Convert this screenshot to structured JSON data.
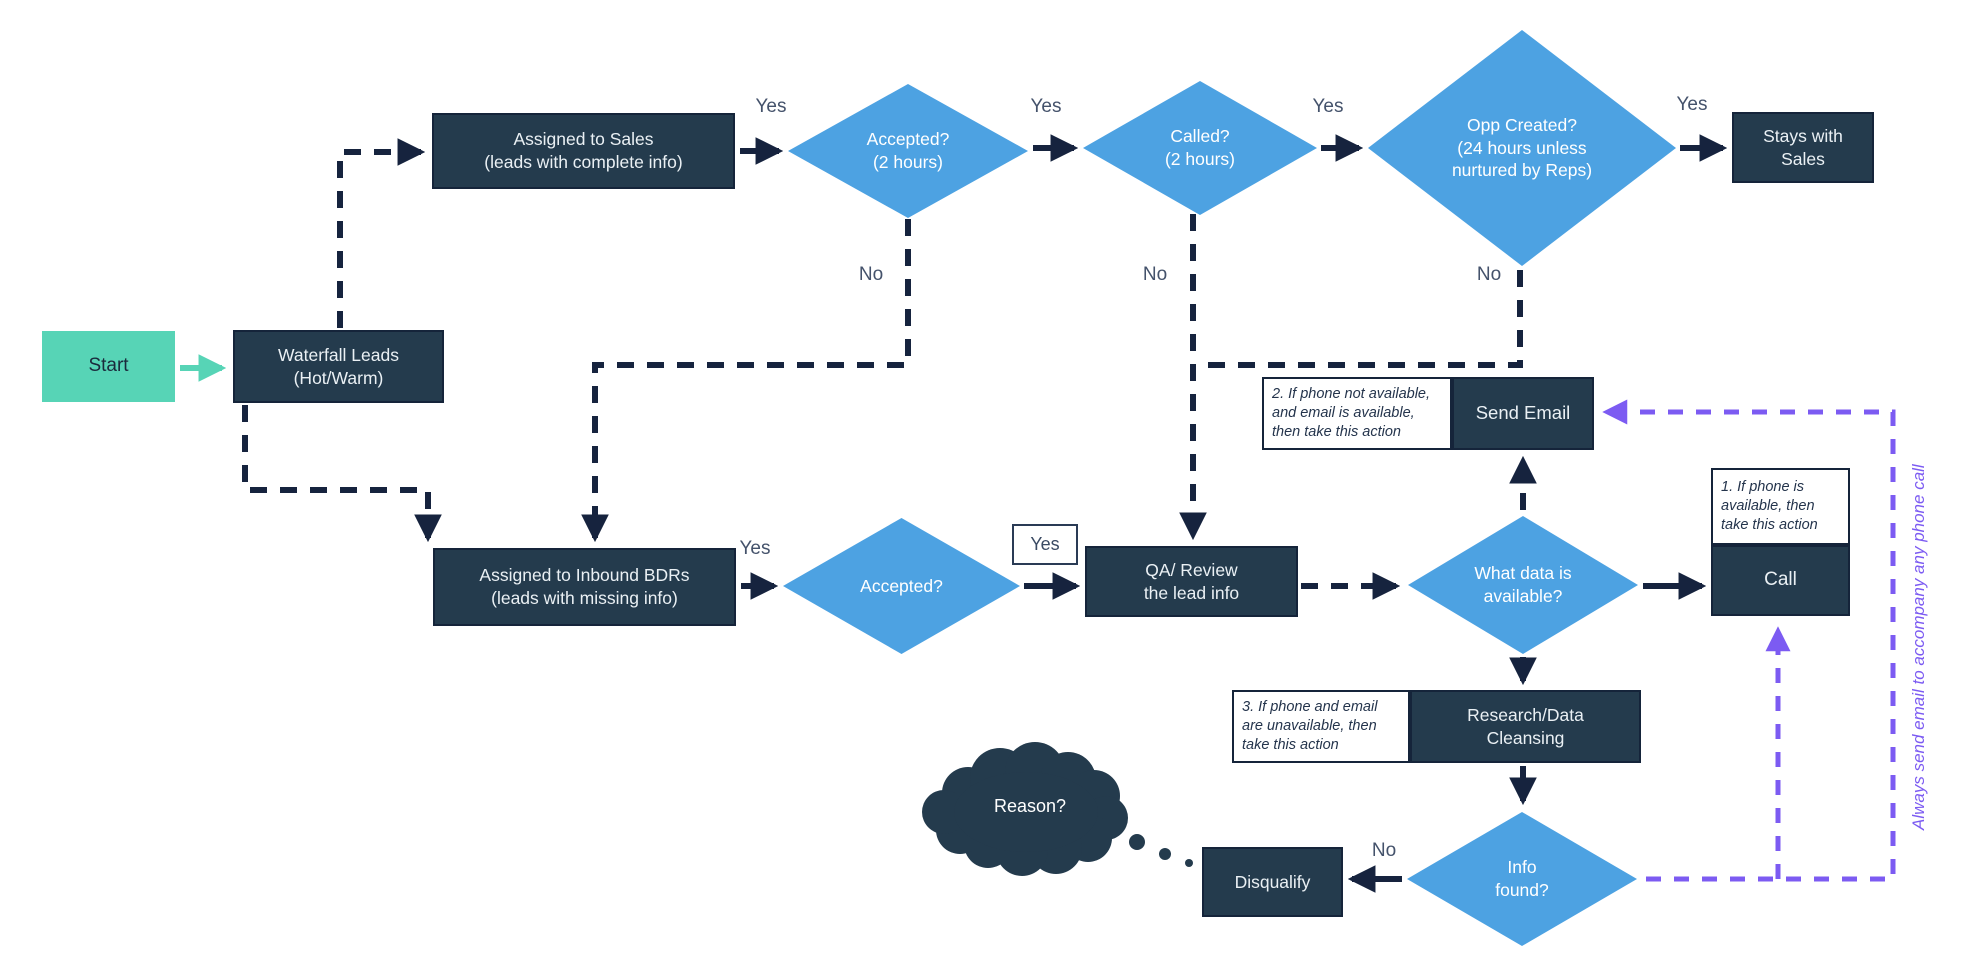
{
  "nodes": {
    "start": "Start",
    "waterfall": "Waterfall Leads\n(Hot/Warm)",
    "assigned_sales": "Assigned to Sales\n(leads with complete info)",
    "accepted_2h": "Accepted?\n(2 hours)",
    "called_2h": "Called?\n(2 hours)",
    "opp_created": "Opp Created?\n(24 hours unless\nnurtured by Reps)",
    "stays_with_sales": "Stays with\nSales",
    "inbound_bdrs": "Assigned to Inbound BDRs\n(leads with missing info)",
    "accepted": "Accepted?",
    "qa_review": "QA/ Review\nthe lead info",
    "what_data": "What data is\navailable?",
    "send_email": "Send Email",
    "call": "Call",
    "research": "Research/Data\nCleansing",
    "info_found": "Info\nfound?",
    "disqualify": "Disqualify",
    "reason_cloud": "Reason?"
  },
  "annotations": {
    "note_phone": "1. If phone is\navailable, then\ntake this action",
    "note_email": "2. If phone not available,\nand email is available,\nthen take this action",
    "note_research": "3. If phone and email\nare unavailable, then\ntake this action",
    "side_note": "Always send email to accompany any phone call"
  },
  "edge_labels": {
    "yes": [
      "Yes",
      "Yes",
      "Yes",
      "Yes",
      "Yes"
    ],
    "yes_boxed": "Yes",
    "no": [
      "No",
      "No",
      "No",
      "No"
    ]
  },
  "colors": {
    "node_fill": "#243B4D",
    "node_border": "#15243A",
    "diamond_fill": "#4DA2E2",
    "connector": "#16233E",
    "start_fill": "#57D4B6",
    "highlight_purple": "#7C5BF2",
    "label_text": "#44526B",
    "background": "#FFFFFF"
  }
}
